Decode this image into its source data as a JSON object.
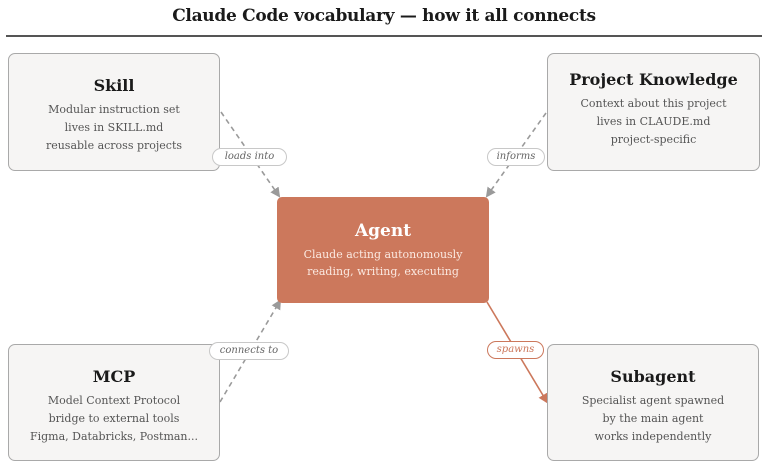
{
  "title": "Claude Code vocabulary — how it all connects",
  "colors": {
    "accent": "#cc785c",
    "box_bg": "#f6f5f4",
    "box_border": "#a9a9a9",
    "connector": "#9a9a9a"
  },
  "nodes": {
    "skill": {
      "title": "Skill",
      "lines": [
        "Modular instruction set",
        "lives in SKILL.md",
        "reusable across projects"
      ]
    },
    "project_knowledge": {
      "title": "Project Knowledge",
      "lines": [
        "Context about this project",
        "lives in CLAUDE.md",
        "project-specific"
      ]
    },
    "agent": {
      "title": "Agent",
      "lines": [
        "Claude acting autonomously",
        "reading, writing, executing"
      ]
    },
    "mcp": {
      "title": "MCP",
      "lines": [
        "Model Context Protocol",
        "bridge to external tools",
        "Figma, Databricks, Postman..."
      ]
    },
    "subagent": {
      "title": "Subagent",
      "lines": [
        "Specialist agent spawned",
        "by the main agent",
        "works independently"
      ]
    }
  },
  "edges": {
    "skill_agent": {
      "label": "loads into",
      "style": "dashed"
    },
    "pk_agent": {
      "label": "informs",
      "style": "dashed"
    },
    "mcp_agent": {
      "label": "connects to",
      "style": "dashed"
    },
    "agent_subagent": {
      "label": "spawns",
      "style": "solid"
    }
  }
}
